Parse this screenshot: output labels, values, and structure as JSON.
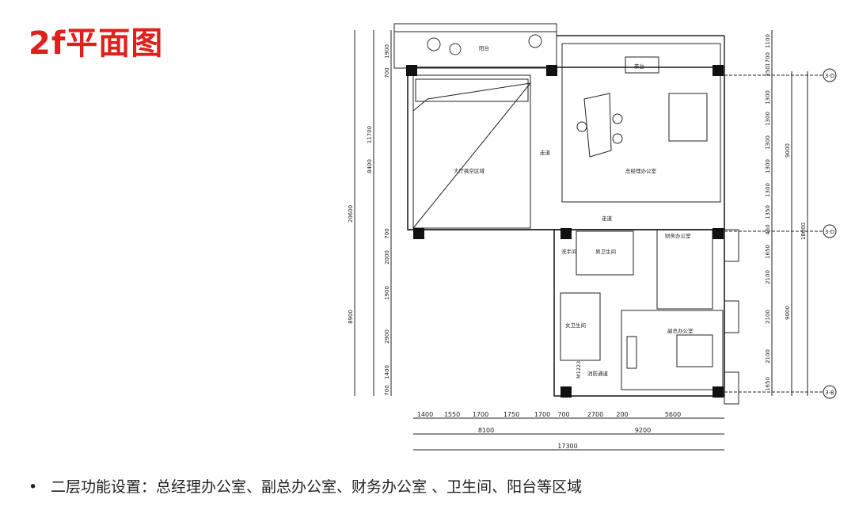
{
  "title": "2f平面图",
  "caption": {
    "bullet": "•",
    "text": "二层功能设置：总经理办公室、副总办公室、财务办公室 、卫生间、阳台等区域"
  },
  "plan": {
    "rooms": {
      "balcony": "阳台",
      "tea_table": "茶台",
      "hall_void": "大厅挑空区域",
      "corridor_upper": "走道",
      "corridor_lower": "走道",
      "gm_office": "总经理办公室",
      "finance_office": "财务办公室",
      "vice_gm_office": "副总办公室",
      "mens_wc": "男卫生间",
      "womens_wc": "女卫生间",
      "wash": "洗手间",
      "fire_passage": "消防通道",
      "door_code": "M1223"
    },
    "left_dims": {
      "outer": [
        "20600",
        "8900"
      ],
      "middle": [
        "11700",
        "8400"
      ],
      "inner": [
        "1900",
        "700",
        "700",
        "2000",
        "1900",
        "2900",
        "1400",
        "700"
      ]
    },
    "right_dims": {
      "segments": [
        "1100",
        "1700",
        "350",
        "1300",
        "1300",
        "1300",
        "1300",
        "1300",
        "1350",
        "450",
        "1650",
        "2100",
        "2100",
        "2100",
        "1650"
      ],
      "mid": [
        "9000",
        "9000"
      ],
      "total": "18000",
      "axes": [
        "3-D",
        "3-D",
        "3-B"
      ]
    },
    "bottom_dims": {
      "top_row": [
        "1400",
        "1550",
        "1700",
        "1750",
        "1700",
        "700",
        "2700",
        "200",
        "5600"
      ],
      "mid_row": [
        "8100",
        "9200"
      ],
      "total": "17300"
    }
  }
}
